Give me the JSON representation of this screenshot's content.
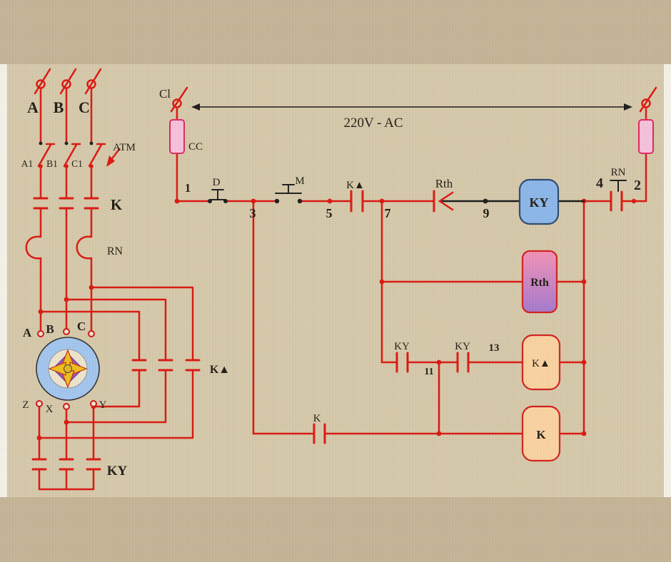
{
  "colors": {
    "wire": "#dc1710",
    "dark": "#1c1c1c",
    "fuse_fill": "#f7c3de",
    "fuse_border": "#e02860",
    "ky_coil_fill": "#8cb8ec",
    "ky_coil_border": "#2c4a70",
    "coil_fill": "#fbd4a3",
    "coil_border": "#d42020",
    "rth_top": "#f492b8",
    "rth_bottom": "#a57ad0",
    "motor_body": "#a3c7f1",
    "background": "#d7caac",
    "band": "#c6b598"
  },
  "power": {
    "phase_a": "A",
    "phase_b": "B",
    "phase_c": "C",
    "breaker_a1": "A1",
    "breaker_b1": "B1",
    "breaker_c1": "C1",
    "breaker_label": "ATM",
    "contactor_label": "K",
    "overload_label": "RN",
    "motor_a": "A",
    "motor_b": "B",
    "motor_c": "C",
    "motor_z": "Z",
    "motor_x": "X",
    "motor_y": "Y",
    "delta_label": "K▲",
    "star_label": "KY"
  },
  "control": {
    "switch_label": "Cl",
    "fuse_label": "CC",
    "voltage_label": "220V - AC",
    "n1": "1",
    "n2": "2",
    "n3": "3",
    "n4": "4",
    "n5": "5",
    "n7": "7",
    "n9": "9",
    "n11": "11",
    "n13": "13",
    "stop_button": "D",
    "start_button": "M",
    "delta_nc_label": "K▲",
    "rth_contact_label": "Rth",
    "overload_label": "RN",
    "ky_contact_1": "KY",
    "ky_contact_2": "KY",
    "k_contact": "K",
    "ky_coil": "KY",
    "rth_coil": "Rth",
    "delta_coil": "K▲",
    "k_coil": "K"
  }
}
